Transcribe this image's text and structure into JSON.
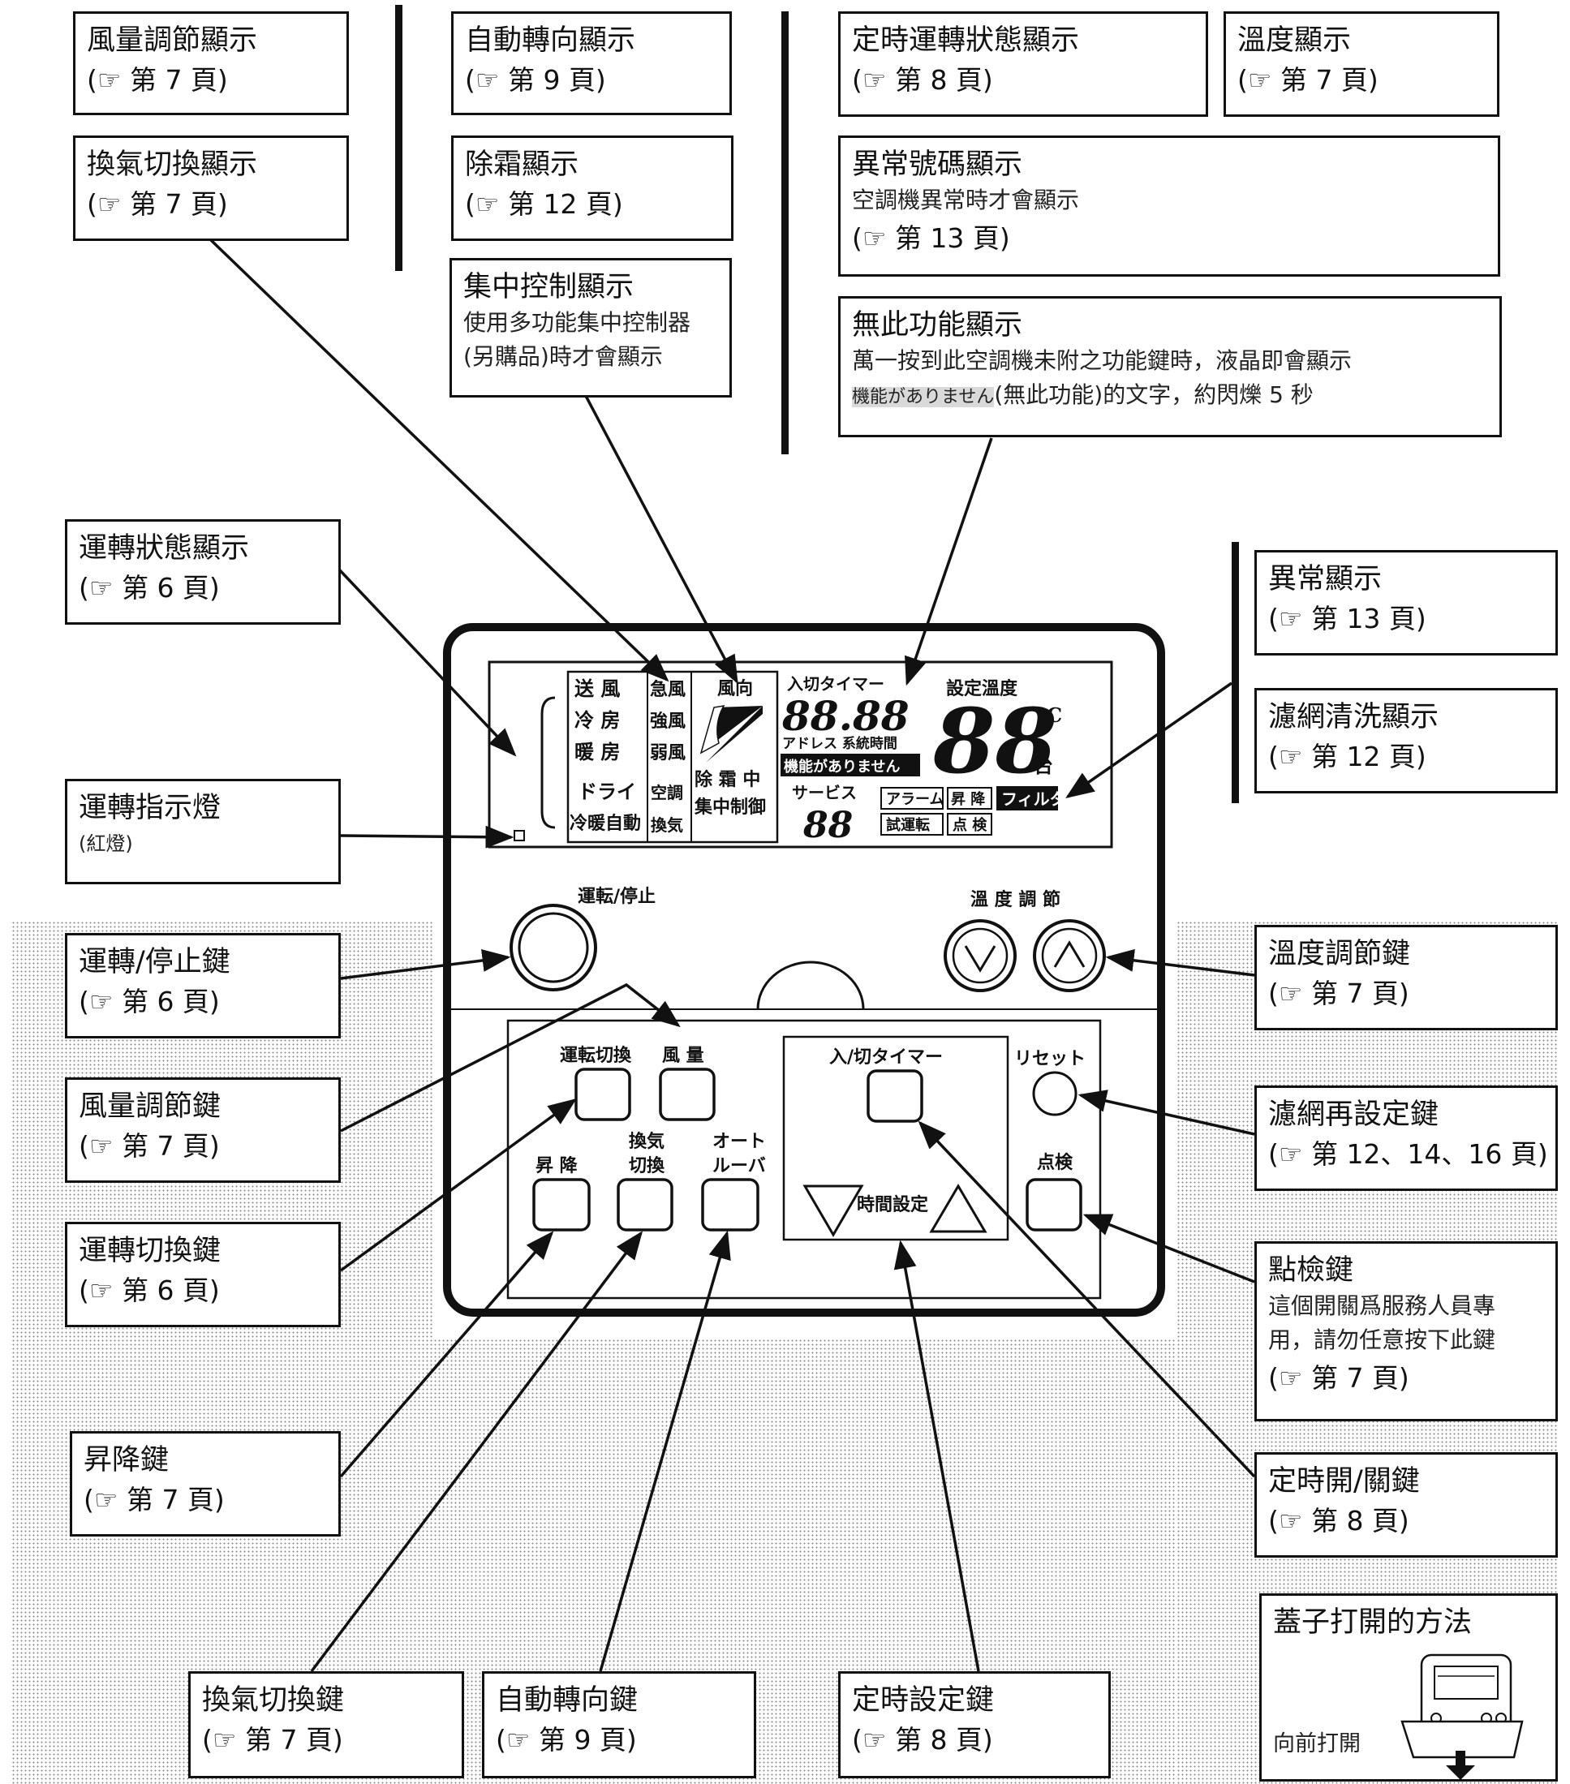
{
  "callouts": {
    "fan_speed_display": {
      "title": "風量調節顯示",
      "page_ref": "(☞ 第 7 頁)"
    },
    "ventilation_display": {
      "title": "換氣切換顯示",
      "page_ref": "(☞ 第 7 頁)"
    },
    "auto_swing_display": {
      "title": "自動轉向顯示",
      "page_ref": "(☞ 第 9 頁)"
    },
    "defrost_display": {
      "title": "除霜顯示",
      "page_ref": "(☞ 第 12 頁)"
    },
    "central_control_display": {
      "title": "集中控制顯示",
      "desc_line1": "使用多功能集中控制器",
      "desc_line2": "(另購品)時才會顯示"
    },
    "timer_status_display": {
      "title": "定時運轉狀態顯示",
      "page_ref": "(☞ 第 8 頁)"
    },
    "temperature_display": {
      "title": "溫度顯示",
      "page_ref": "(☞ 第 7 頁)"
    },
    "error_code_display": {
      "title": "異常號碼顯示",
      "desc": "空調機異常時才會顯示",
      "page_ref": "(☞ 第 13 頁)"
    },
    "no_function_display": {
      "title": "無此功能顯示",
      "desc_line1": "萬一按到此空調機未附之功能鍵時，液晶即會顯示",
      "highlight": "機能がありません",
      "desc_line2": "(無此功能)的文字，約閃爍 5 秒"
    },
    "operation_status_display": {
      "title": "運轉狀態顯示",
      "page_ref": "(☞ 第 6 頁)"
    },
    "operation_lamp": {
      "title": "運轉指示燈",
      "desc": "(紅燈)"
    },
    "error_display": {
      "title": "異常顯示",
      "page_ref": "(☞ 第 13 頁)"
    },
    "filter_clean_display": {
      "title": "濾網清洗顯示",
      "page_ref": "(☞ 第 12 頁)"
    },
    "run_stop_key": {
      "title": "運轉/停止鍵",
      "page_ref": "(☞ 第 6 頁)"
    },
    "fan_speed_key": {
      "title": "風量調節鍵",
      "page_ref": "(☞ 第 7 頁)"
    },
    "mode_key": {
      "title": "運轉切換鍵",
      "page_ref": "(☞ 第 6 頁)"
    },
    "lift_key": {
      "title": "昇降鍵",
      "page_ref": "(☞ 第 7 頁)"
    },
    "ventilation_key": {
      "title": "換氣切換鍵",
      "page_ref": "(☞ 第 7 頁)"
    },
    "auto_swing_key": {
      "title": "自動轉向鍵",
      "page_ref": "(☞ 第 9 頁)"
    },
    "timer_set_key": {
      "title": "定時設定鍵",
      "page_ref": "(☞ 第 8 頁)"
    },
    "temperature_key": {
      "title": "溫度調節鍵",
      "page_ref": "(☞ 第 7 頁)"
    },
    "filter_reset_key": {
      "title": "濾網再設定鍵",
      "page_ref": "(☞ 第 12、14、16 頁)"
    },
    "check_key": {
      "title": "點檢鍵",
      "desc_line1": "這個開關爲服務人員專",
      "desc_line2": "用，請勿任意按下此鍵",
      "page_ref": "(☞ 第 7 頁)"
    },
    "timer_on_off_key": {
      "title": "定時開/關鍵",
      "page_ref": "(☞ 第 8 頁)"
    },
    "cover_open": {
      "title": "蓋子打開的方法",
      "caption": "向前打開"
    }
  },
  "lcd": {
    "mode_fan": "送 風",
    "mode_cool": "冷 房",
    "mode_heat": "暖 房",
    "mode_dry": "ドライ",
    "mode_auto": "冷暖自動",
    "fan_quiet": "急風",
    "fan_strong": "強風",
    "fan_weak": "弱風",
    "vent_ac": "空調",
    "vent": "換気",
    "air_direction": "風向",
    "defrost": "除 霜 中",
    "central": "集中制御",
    "timer_label": "入切タイマー",
    "timer_digits": "88.88",
    "address": "アドレス 系統時間",
    "no_function": "機能がありません",
    "service": "サービス",
    "service_digits": "88",
    "set_temp": "設定溫度",
    "temp_digits": "88",
    "celsius": "°C",
    "unit": "台",
    "alarm": "アラーム",
    "lift": "昇 降",
    "filter": "フィルタ",
    "test_run": "試運転",
    "check": "点 検"
  },
  "buttons": {
    "run_stop": "運転/停止",
    "temp_adjust": "溫 度 調 節",
    "mode_switch": "運転切換",
    "fan_speed": "風 量",
    "lift": "昇 降",
    "vent_l1": "換気",
    "vent_l2": "切換",
    "louver_l1": "オート",
    "louver_l2": "ルーバ",
    "timer_on_off": "入/切タイマー",
    "timer_set": "時間設定",
    "reset": "リセット",
    "check": "点検"
  }
}
